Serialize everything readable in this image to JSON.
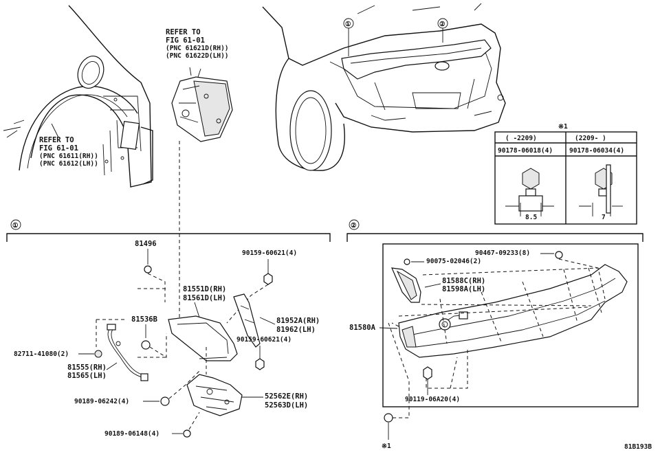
{
  "diagram_id": "81B193B",
  "callouts": {
    "one": "①",
    "two": "②",
    "note_mark": "※1"
  },
  "refer_notes": {
    "tail_lamp": {
      "line1": "REFER TO",
      "line2": "FIG 61-01",
      "line3": "(PNC 61621D(RH))",
      "line4": "(PNC 61622D(LH))"
    },
    "quarter_panel": {
      "line1": "REFER TO",
      "line2": "FIG 61-01",
      "line3": "(PNC 61611(RH))",
      "line4": "(PNC 61612(LH))"
    }
  },
  "nut_table": {
    "mark": "※1",
    "col1_header": "(   -2209)",
    "col2_header": "(2209-   )",
    "col1_part": "90178-06018(4)",
    "col2_part": "90178-06034(4)",
    "col1_dim": "8.5",
    "col2_dim": "7"
  },
  "group1_labels": {
    "p81496": "81496",
    "p90159a": "90159-60621(4)",
    "p81551": "81551D(RH)",
    "p81561": "81561D(LH)",
    "p81536": "81536B",
    "p81952": "81952A(RH)",
    "p81962": "81962(LH)",
    "p90159b": "90159-60621(4)",
    "p82711": "82711-41080(2)",
    "p81555": "81555(RH)",
    "p81565": "81565(LH)",
    "p90189a": "90189-06242(4)",
    "p52562": "52562E(RH)",
    "p52563": "52563D(LH)",
    "p90189b": "90189-06148(4)"
  },
  "group2_labels": {
    "p90467": "90467-09233(8)",
    "p90075": "90075-02046(2)",
    "p81588": "81588C(RH)",
    "p81598": "81598A(LH)",
    "p81580": "81580A",
    "p90119": "90119-06A20(4)",
    "note_mark": "※1"
  }
}
